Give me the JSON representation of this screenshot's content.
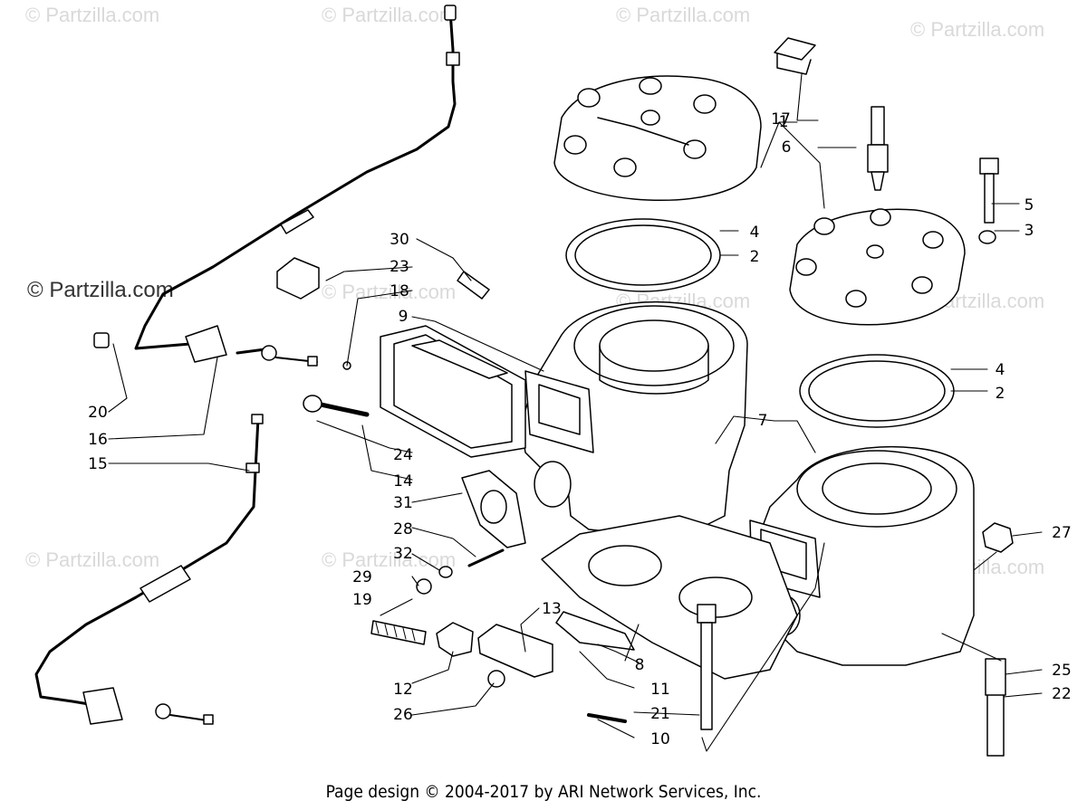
{
  "watermark": "© Partzilla.com",
  "footer": "Page design © 2004-2017 by ARI Network Services, Inc.",
  "callouts": [
    "1",
    "2",
    "3",
    "4",
    "5",
    "6",
    "7",
    "8",
    "9",
    "10",
    "11",
    "12",
    "13",
    "14",
    "15",
    "16",
    "17",
    "18",
    "19",
    "20",
    "21",
    "22",
    "23",
    "24",
    "25",
    "26",
    "27",
    "28",
    "29",
    "30",
    "31",
    "32"
  ]
}
